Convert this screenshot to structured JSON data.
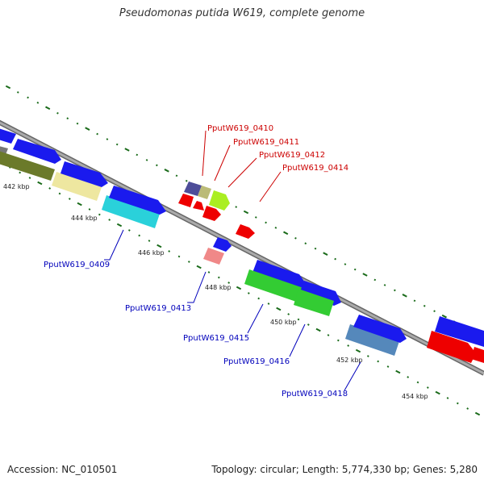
{
  "title": "Pseudomonas putida W619, complete genome",
  "footer": {
    "accession": "Accession: NC_010501",
    "topology": "Topology: circular; Length: 5,774,330 bp; Genes: 5,280"
  },
  "colors": {
    "label_red": "#cc0000",
    "label_blue": "#0000bb",
    "tick_green": "#1a6b1a",
    "backbone": "#999999"
  },
  "kbp_labels": [
    "442 kbp",
    "444 kbp",
    "446 kbp",
    "448 kbp",
    "450 kbp",
    "452 kbp",
    "454 kbp"
  ],
  "gene_labels": {
    "red": [
      "PputW619_0410",
      "PputW619_0411",
      "PputW619_0412",
      "PputW619_0414"
    ],
    "blue": [
      "PputW619_0409",
      "PputW619_0413",
      "PputW619_0415",
      "PputW619_0416",
      "PputW619_0418"
    ]
  }
}
